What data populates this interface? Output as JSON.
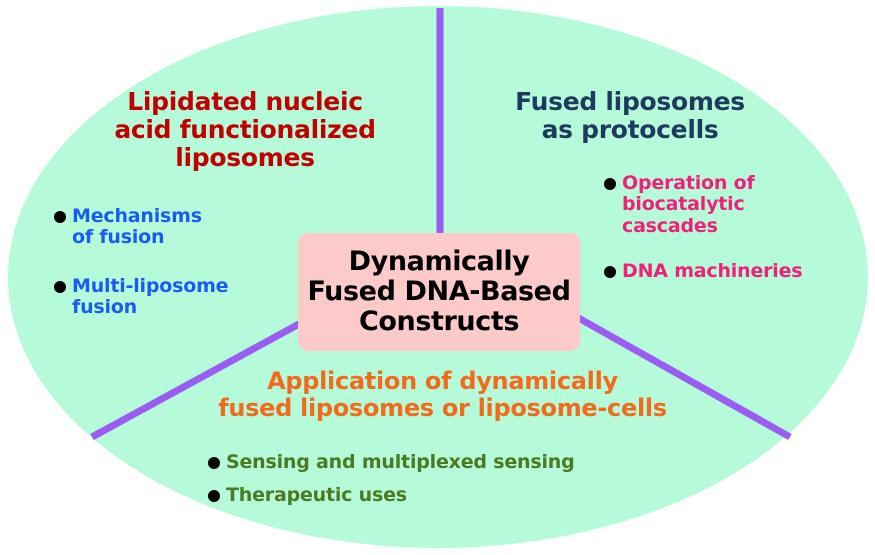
{
  "colors": {
    "ellipse_fill": "#b6fbd9",
    "divider": "#9b5cf2",
    "center_box_fill": "#fccac8",
    "center_text": "#000000",
    "left_heading": "#c00000",
    "left_items": "#1a5cf0",
    "right_heading": "#1f3a5f",
    "right_items": "#f0217a",
    "bottom_heading": "#f26a1b",
    "bottom_items": "#4a7a22",
    "bullet": "#000000"
  },
  "center": {
    "title": "Dynamically\nFused DNA-Based\nConstructs"
  },
  "sections": {
    "left": {
      "heading": [
        "Lipidated nucleic",
        "acid functionalized",
        "liposomes"
      ],
      "items": [
        [
          "Mechanisms",
          "of fusion"
        ],
        [
          "Multi-liposome",
          "fusion"
        ]
      ]
    },
    "right": {
      "heading": [
        "Fused liposomes",
        "as protocells"
      ],
      "items": [
        [
          "Operation of",
          "biocatalytic",
          "cascades"
        ],
        [
          "DNA machineries"
        ]
      ]
    },
    "bottom": {
      "heading": [
        "Application of dynamically",
        "fused liposomes or liposome-cells"
      ],
      "items": [
        [
          "Sensing and multiplexed sensing"
        ],
        [
          "Therapeutic uses"
        ]
      ]
    }
  }
}
